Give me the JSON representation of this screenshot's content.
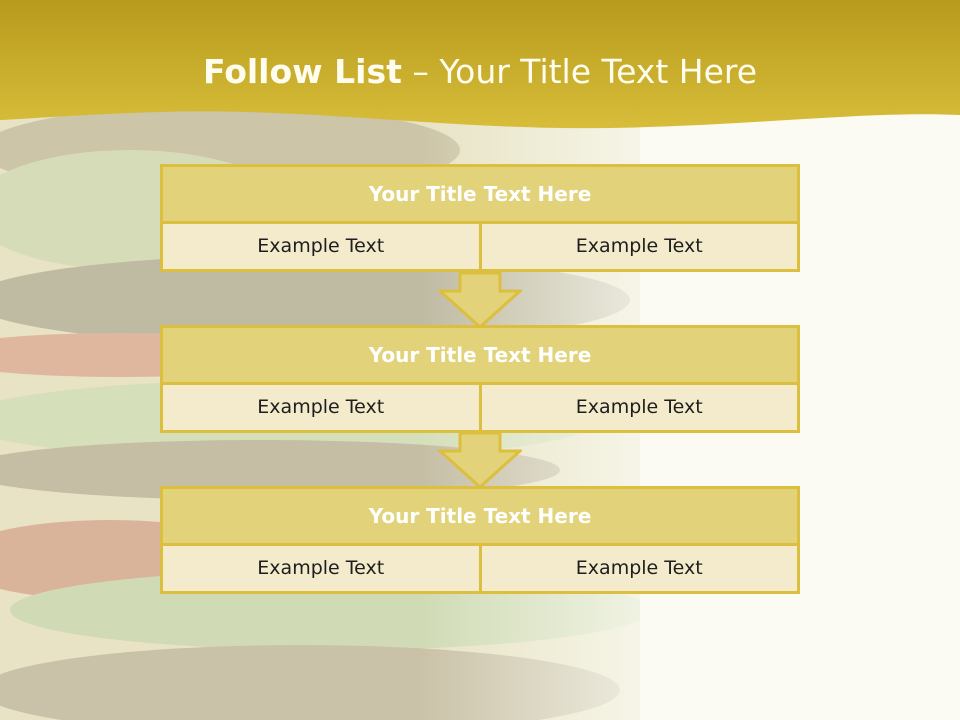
{
  "title": {
    "bold": "Follow List",
    "rest": " – Your Title Text Here"
  },
  "steps": [
    {
      "title": "Your Title Text Here",
      "left": "Example Text",
      "right": "Example Text"
    },
    {
      "title": "Your Title Text Here",
      "left": "Example Text",
      "right": "Example Text"
    },
    {
      "title": "Your Title Text Here",
      "left": "Example Text",
      "right": "Example Text"
    }
  ],
  "colors": {
    "header_band": "#c9ac2c",
    "box_border": "#dcbf3e",
    "box_header": "#e2d27a",
    "box_row": "#f4ebcd"
  }
}
